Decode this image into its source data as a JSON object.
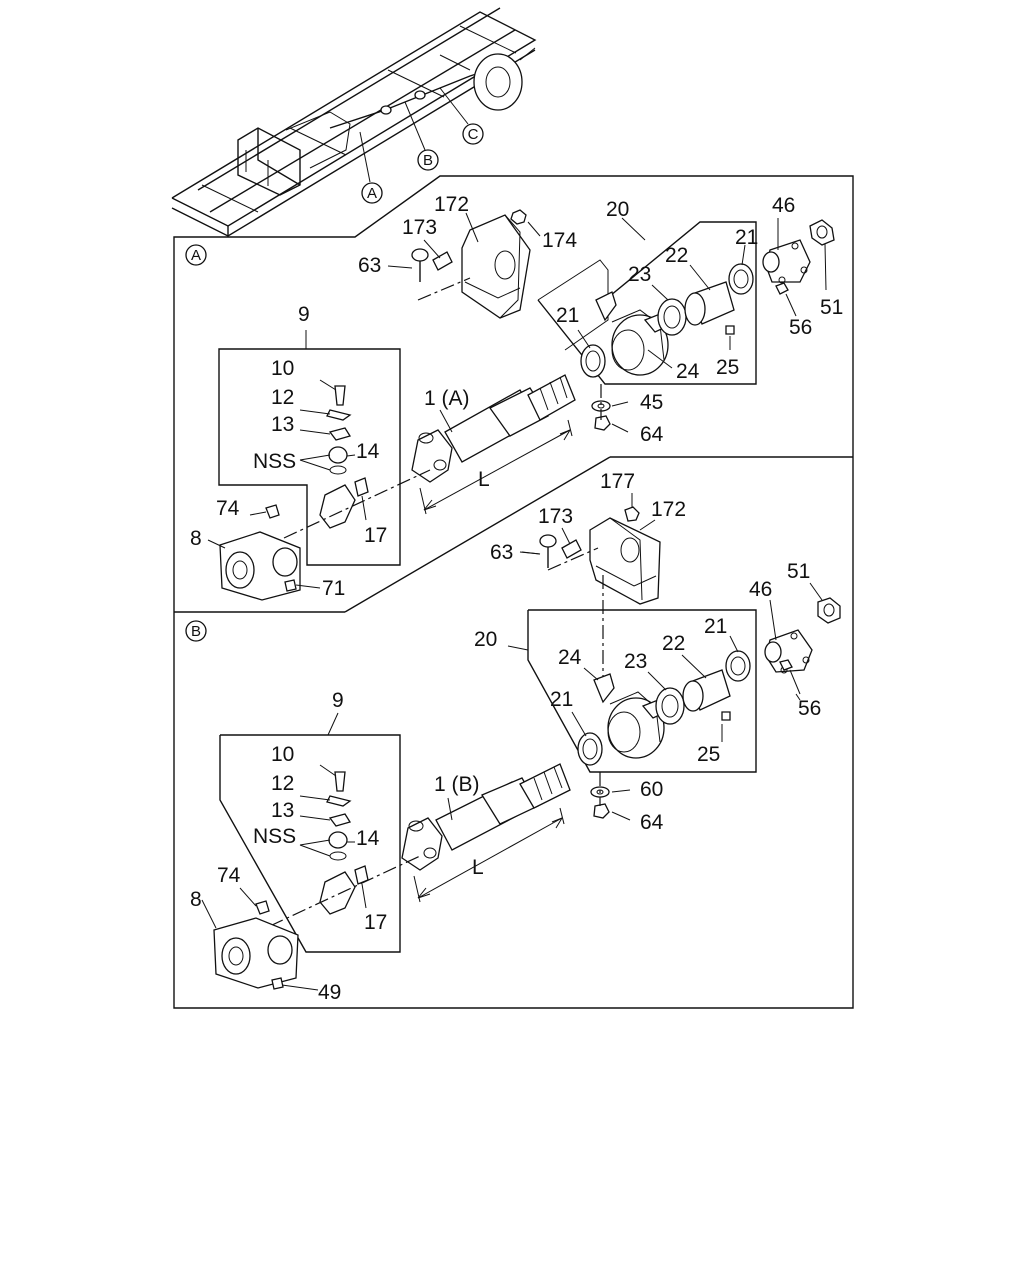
{
  "circle_labels": {
    "A": "A",
    "B": "B",
    "C": "C"
  },
  "section_a": {
    "marker": "A",
    "labels": {
      "p172": "172",
      "p173": "173",
      "p174": "174",
      "p63": "63",
      "p20": "20",
      "p46": "46",
      "p21a": "21",
      "p22": "22",
      "p23": "23",
      "p51": "51",
      "p56": "56",
      "p21b": "21",
      "p24": "24",
      "p25": "25",
      "p9": "9",
      "p10": "10",
      "p12": "12",
      "p13": "13",
      "pnss": "NSS",
      "p14": "14",
      "p1": "1 (A)",
      "p45": "45",
      "p64": "64",
      "pL": "L",
      "p74": "74",
      "p8": "8",
      "p17": "17",
      "p71": "71"
    }
  },
  "section_b": {
    "marker": "B",
    "labels": {
      "p177": "177",
      "p173": "173",
      "p172": "172",
      "p63": "63",
      "p51": "51",
      "p46": "46",
      "p20": "20",
      "p21a": "21",
      "p22": "22",
      "p23": "23",
      "p24": "24",
      "p56": "56",
      "p21b": "21",
      "p25": "25",
      "p9": "9",
      "p1": "1 (B)",
      "p60": "60",
      "p10": "10",
      "p64": "64",
      "p12": "12",
      "p13": "13",
      "pnss": "NSS",
      "p14": "14",
      "pL": "L",
      "p74": "74",
      "p8": "8",
      "p17": "17",
      "p49": "49"
    }
  }
}
